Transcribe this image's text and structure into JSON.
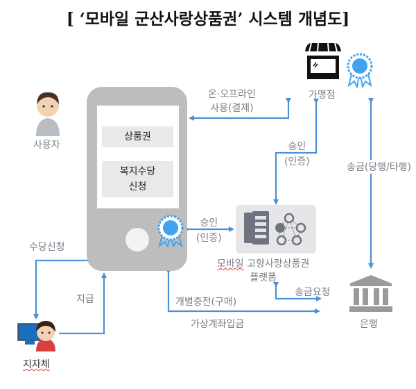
{
  "title": "[ ‘모바일 군산사랑상품권’ 시스템 개념도]",
  "colors": {
    "arrow": "#4a90d9",
    "phone": "#bdbdbd",
    "badge": "#3fa3f0"
  },
  "actors": {
    "user": "사용자",
    "merchant": "가맹점",
    "bank": "은행",
    "local_gov": "지자체"
  },
  "phone": {
    "item1": "상품권",
    "item2_line1": "복지수당",
    "item2_line2": "신청"
  },
  "platform": {
    "line1_a": "모바일",
    "line1_b": "고향사랑상품권",
    "line2": "플랫폼"
  },
  "flows": {
    "use_line1": "온·오프라인",
    "use_line2": "사용(결제)",
    "approve_line1": "승인",
    "approve_line2": "(인증)",
    "approve2_line1": "승인",
    "approve2_line2": "(인증)",
    "transfer": "송금(당행/타행)",
    "transfer_request": "송금요청",
    "charge": "개별충전(구매)",
    "deposit": "가상계좌입금",
    "apply": "수당신청",
    "payment": "지급"
  }
}
